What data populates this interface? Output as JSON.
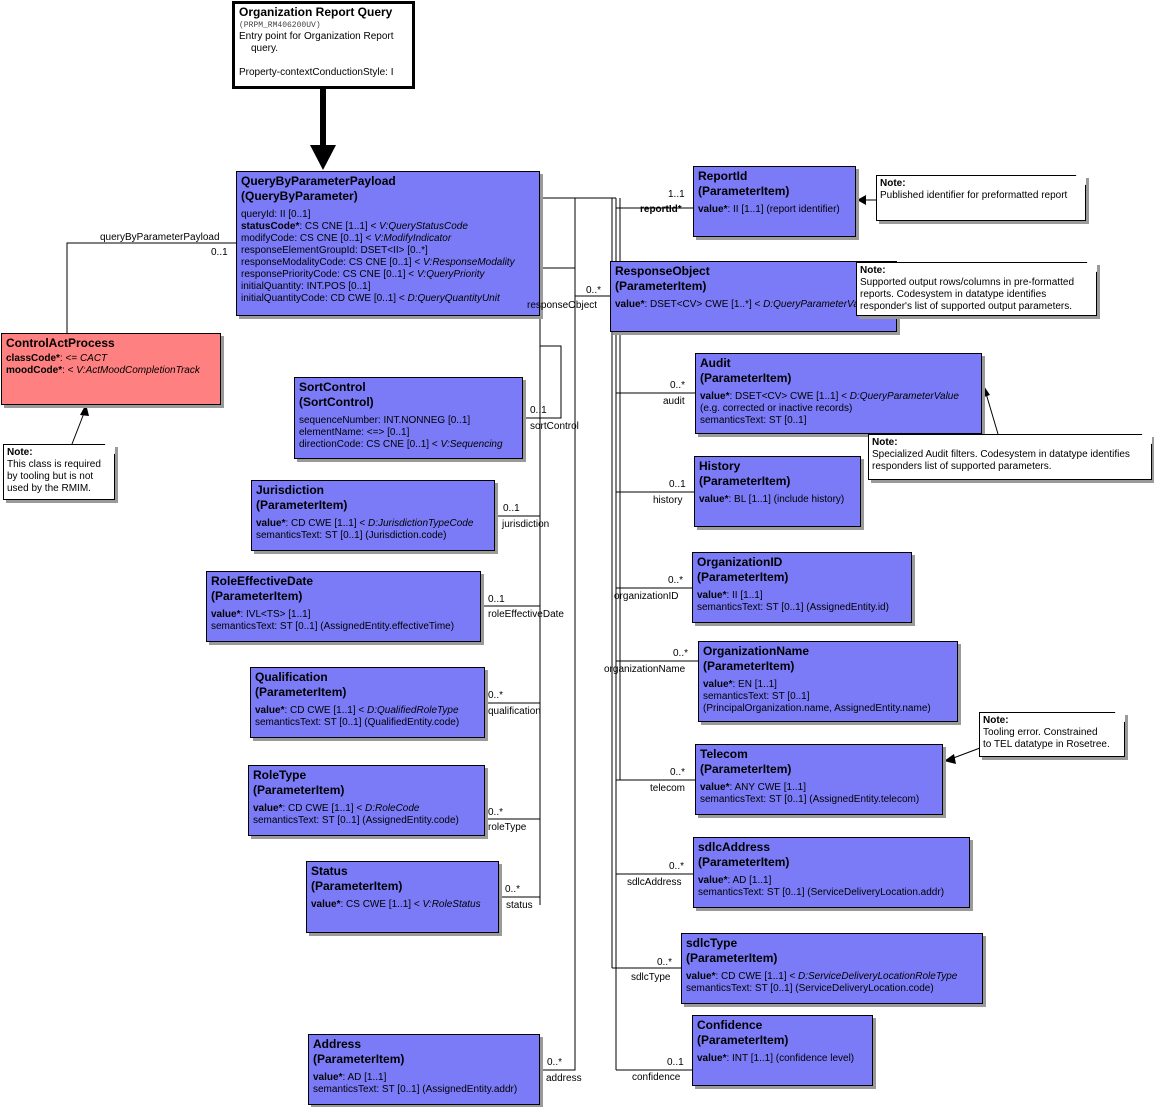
{
  "entry": {
    "title": "Organization Report Query",
    "id": "(PRPM_RM406200UV)",
    "desc_line1": "Entry point for Organization Report",
    "desc_line2": "query.",
    "style": "Property-contextConductionStyle: I"
  },
  "payload": {
    "title": "QueryByParameterPayload",
    "subtitle": "(QueryByParameter)",
    "attributes": [
      {
        "name": "queryId",
        "spec": ": II [0..1]",
        "vocab": ""
      },
      {
        "name": "statusCode*",
        "spec": ": CS CNE [1..1] < ",
        "vocab": "V:QueryStatusCode",
        "bold": true
      },
      {
        "name": "modifyCode",
        "spec": ": CS CNE [0..1] < ",
        "vocab": "V:ModifyIndicator"
      },
      {
        "name": "responseElementGroupId",
        "spec": ": DSET<II> [0..*]",
        "vocab": ""
      },
      {
        "name": "responseModalityCode",
        "spec": ": CS CNE [0..1] < ",
        "vocab": "V:ResponseModality"
      },
      {
        "name": "responsePriorityCode",
        "spec": ": CS CNE [0..1] < ",
        "vocab": "V:QueryPriority"
      },
      {
        "name": "initialQuantity",
        "spec": ": INT.POS [0..1]",
        "vocab": ""
      },
      {
        "name": "initialQuantityCode",
        "spec": ": CD CWE [0..1] < ",
        "vocab": "D:QueryQuantityUnit"
      }
    ]
  },
  "control": {
    "title": "ControlActProcess",
    "classCode_name": "classCode*",
    "classCode_spec": ": <= ",
    "classCode_vocab": "CACT",
    "moodCode_name": "moodCode*",
    "moodCode_spec": ": < ",
    "moodCode_vocab": "V:ActMoodCompletionTrack"
  },
  "notes": {
    "control": {
      "h": "Note:",
      "lines": [
        "This class is required",
        "by tooling but is not",
        "used by the RMIM."
      ]
    },
    "report": {
      "h": "Note:",
      "lines": [
        "Published identifier for preformatted report"
      ]
    },
    "response": {
      "h": "Note:",
      "lines": [
        "Supported output rows/columns in pre-formatted",
        "reports.  Codesystem in datatype identifies",
        "responder's list of supported output parameters."
      ]
    },
    "audit": {
      "h": "Note:",
      "lines": [
        "Specialized Audit filters. Codesystem in datatype identifies",
        "responders list of supported parameters."
      ]
    },
    "telecom": {
      "h": "Note:",
      "lines": [
        "Tooling error.  Constrained",
        "to TEL datatype in Rosetree."
      ]
    }
  },
  "left_classes": [
    {
      "key": "sort",
      "title": "SortControl",
      "subtitle": "(SortControl)",
      "lines": [
        [
          {
            "t": "sequenceNumber: INT.NONNEG [0..1]"
          }
        ],
        [
          {
            "t": "elementName: <=> [0..1]"
          }
        ],
        [
          {
            "t": "directionCode: CS CNE [0..1] < "
          },
          {
            "t": "V:Sequencing",
            "i": true
          }
        ]
      ]
    },
    {
      "key": "juris",
      "title": "Jurisdiction",
      "subtitle": "(ParameterItem)",
      "lines": [
        [
          {
            "t": "value*",
            "b": true
          },
          {
            "t": ": CD CWE [1..1] < "
          },
          {
            "t": "D:JurisdictionTypeCode",
            "i": true
          }
        ],
        [
          {
            "t": "semanticsText: ST [0..1] (Jurisdiction.code)"
          }
        ]
      ]
    },
    {
      "key": "role_eff",
      "title": "RoleEffectiveDate",
      "subtitle": "(ParameterItem)",
      "lines": [
        [
          {
            "t": "value*",
            "b": true
          },
          {
            "t": ": IVL<TS> [1..1]"
          }
        ],
        [
          {
            "t": "semanticsText: ST [0..1] (AssignedEntity.effectiveTime)"
          }
        ]
      ]
    },
    {
      "key": "qual",
      "title": "Qualification",
      "subtitle": "(ParameterItem)",
      "lines": [
        [
          {
            "t": "value*",
            "b": true
          },
          {
            "t": ": CD CWE [1..1] < "
          },
          {
            "t": "D:QualifiedRoleType",
            "i": true
          }
        ],
        [
          {
            "t": "semanticsText: ST [0..1] (QualifiedEntity.code)"
          }
        ]
      ]
    },
    {
      "key": "roletype",
      "title": "RoleType",
      "subtitle": "(ParameterItem)",
      "lines": [
        [
          {
            "t": "value*",
            "b": true
          },
          {
            "t": ": CD CWE [1..1] < "
          },
          {
            "t": "D:RoleCode",
            "i": true
          }
        ],
        [
          {
            "t": "semanticsText: ST [0..1] (AssignedEntity.code)"
          }
        ]
      ]
    },
    {
      "key": "status",
      "title": "Status",
      "subtitle": "(ParameterItem)",
      "lines": [
        [
          {
            "t": "value*",
            "b": true
          },
          {
            "t": ": CS CWE [1..1] < "
          },
          {
            "t": "V:RoleStatus",
            "i": true
          }
        ]
      ]
    },
    {
      "key": "address",
      "title": "Address",
      "subtitle": "(ParameterItem)",
      "lines": [
        [
          {
            "t": "value*",
            "b": true
          },
          {
            "t": ": AD [1..1]"
          }
        ],
        [
          {
            "t": "semanticsText: ST [0..1] (AssignedEntity.addr)"
          }
        ]
      ]
    }
  ],
  "right_classes": [
    {
      "key": "report",
      "title": "ReportId",
      "subtitle": "(ParameterItem)",
      "lines": [
        [
          {
            "t": "value*",
            "b": true
          },
          {
            "t": ": II [1..1] (report identifier)"
          }
        ]
      ]
    },
    {
      "key": "response",
      "title": "ResponseObject",
      "subtitle": "(ParameterItem)",
      "lines": [
        [
          {
            "t": "value*",
            "b": true
          },
          {
            "t": ": DSET<CV> CWE [1..*] < "
          },
          {
            "t": "D:QueryParameterValue",
            "i": true
          }
        ]
      ]
    },
    {
      "key": "audit",
      "title": "Audit",
      "subtitle": "(ParameterItem)",
      "lines": [
        [
          {
            "t": "value*",
            "b": true
          },
          {
            "t": ": DSET<CV> CWE [1..1] < "
          },
          {
            "t": "D:QueryParameterValue",
            "i": true
          }
        ],
        [
          {
            "t": " (e.g. corrected or inactive records)"
          }
        ],
        [
          {
            "t": "semanticsText: ST [0..1]"
          }
        ]
      ]
    },
    {
      "key": "history",
      "title": "History",
      "subtitle": "(ParameterItem)",
      "lines": [
        [
          {
            "t": "value*",
            "b": true
          },
          {
            "t": ": BL [1..1] (include history)"
          }
        ]
      ]
    },
    {
      "key": "orgid",
      "title": "OrganizationID",
      "subtitle": "(ParameterItem)",
      "lines": [
        [
          {
            "t": "value*",
            "b": true
          },
          {
            "t": ": II [1..1]"
          }
        ],
        [
          {
            "t": "semanticsText: ST [0..1] (AssignedEntity.id)"
          }
        ]
      ]
    },
    {
      "key": "orgname",
      "title": "OrganizationName",
      "subtitle": "(ParameterItem)",
      "lines": [
        [
          {
            "t": "value*",
            "b": true
          },
          {
            "t": ": EN [1..1]"
          }
        ],
        [
          {
            "t": "semanticsText: ST [0..1]"
          }
        ],
        [
          {
            "t": " (PrincipalOrganization.name, AssignedEntity.name)"
          }
        ]
      ]
    },
    {
      "key": "telecom",
      "title": "Telecom",
      "subtitle": "(ParameterItem)",
      "lines": [
        [
          {
            "t": "value*",
            "b": true
          },
          {
            "t": ": ANY CWE [1..1]"
          }
        ],
        [
          {
            "t": "semanticsText: ST [0..1] (AssignedEntity.telecom)"
          }
        ]
      ]
    },
    {
      "key": "sdlcaddr",
      "title": "sdlcAddress",
      "subtitle": "(ParameterItem)",
      "lines": [
        [
          {
            "t": "value*",
            "b": true
          },
          {
            "t": ": AD [1..1]"
          }
        ],
        [
          {
            "t": "semanticsText: ST [0..1] (ServiceDeliveryLocation.addr)"
          }
        ]
      ]
    },
    {
      "key": "sdlctype",
      "title": "sdlcType",
      "subtitle": "(ParameterItem)",
      "lines": [
        [
          {
            "t": "value*",
            "b": true
          },
          {
            "t": ": CD CWE [1..1] < "
          },
          {
            "t": "D:ServiceDeliveryLocationRoleType",
            "i": true
          }
        ],
        [
          {
            "t": "semanticsText: ST [0..1] (ServiceDeliveryLocation.code)"
          }
        ]
      ]
    },
    {
      "key": "confidence",
      "title": "Confidence",
      "subtitle": "(ParameterItem)",
      "lines": [
        [
          {
            "t": "value*",
            "b": true
          },
          {
            "t": ": INT [1..1] (confidence level)"
          }
        ]
      ]
    }
  ],
  "labels": {
    "qbpp_name": "queryByParameterPayload",
    "qbpp_card": "0..1",
    "sort_name": "sortControl",
    "sort_card": "0..1",
    "juris_name": "jurisdiction",
    "juris_card": "0..1",
    "role_eff_name": "roleEffectiveDate",
    "role_eff_card": "0..1",
    "qual_name": "qualification",
    "qual_card": "0..*",
    "roletype_name": "roleType",
    "roletype_card": "0..*",
    "status_name": "status",
    "status_card": "0..*",
    "address_name": "address",
    "address_card": "0..*",
    "report_name": "reportId*",
    "report_card": "1..1",
    "response_name": "responseObject",
    "response_card": "0..*",
    "audit_name": "audit",
    "audit_card": "0..*",
    "history_name": "history",
    "history_card": "0..1",
    "orgid_name": "organizationID",
    "orgid_card": "0..*",
    "orgname_name": "organizationName",
    "orgname_card": "0..*",
    "telecom_name": "telecom",
    "telecom_card": "0..*",
    "sdlcaddr_name": "sdlcAddress",
    "sdlcaddr_card": "0..*",
    "sdlctype_name": "sdlcType",
    "sdlctype_card": "0..*",
    "confidence_name": "confidence",
    "confidence_card": "0..1"
  }
}
